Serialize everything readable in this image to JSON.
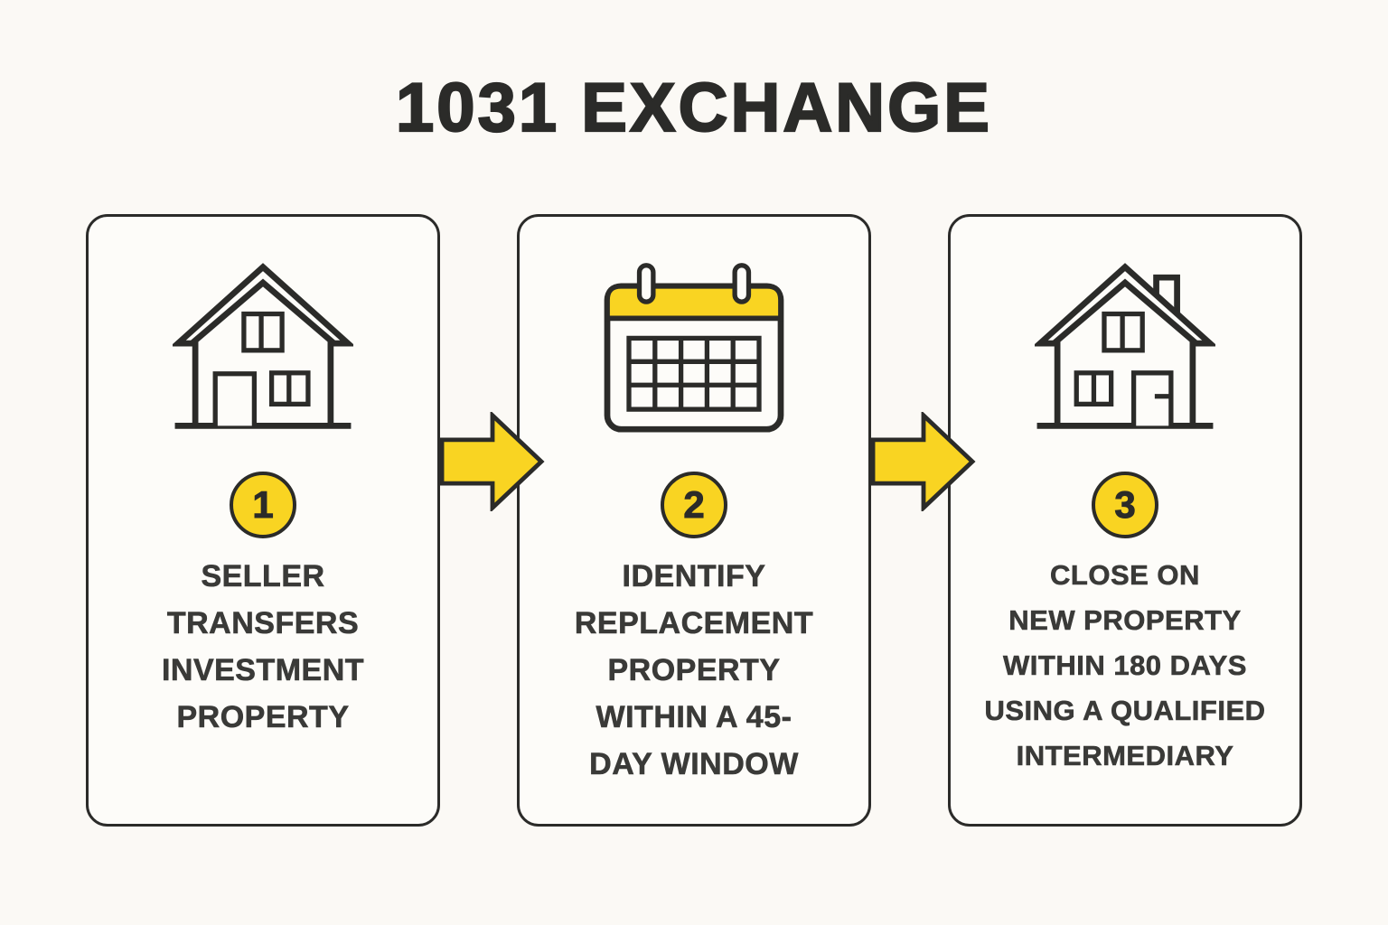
{
  "title": "1031 EXCHANGE",
  "colors": {
    "background": "#fbf9f5",
    "card-bg": "#fdfcf9",
    "ink": "#2b2b29",
    "text": "#3a3a38",
    "accent-yellow": "#f9d422"
  },
  "steps": [
    {
      "number": "1",
      "icon": "house-icon",
      "label": "SELLER\nTRANSFERS\nINVESTMENT\nPROPERTY"
    },
    {
      "number": "2",
      "icon": "calendar-icon",
      "label": "IDENTIFY\nREPLACEMENT\nPROPERTY\nWITHIN A 45-\nDAY WINDOW"
    },
    {
      "number": "3",
      "icon": "house-with-chimney-icon",
      "label": "CLOSE ON\nNEW PROPERTY\nWITHIN 180 DAYS\nUSING A QUALIFIED\nINTERMEDIARY"
    }
  ],
  "connectors": [
    {
      "icon": "arrow-right-icon"
    },
    {
      "icon": "arrow-right-icon"
    }
  ]
}
